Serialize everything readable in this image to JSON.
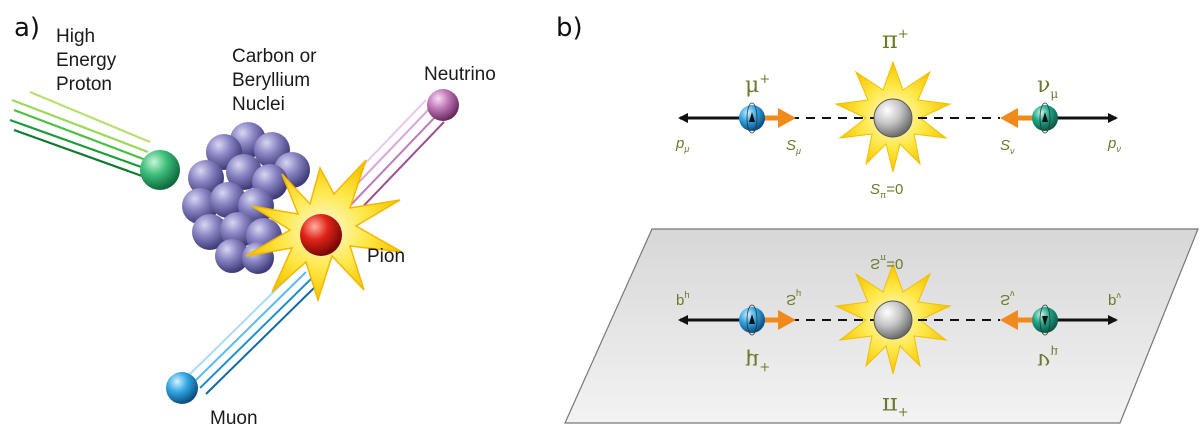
{
  "panel_a": {
    "label": "a)",
    "proton": [
      "High",
      "Energy",
      "Proton"
    ],
    "nuclei": [
      "Carbon or",
      "Beryllium",
      "Nuclei"
    ],
    "neutrino": "Neutrino",
    "pion": "Pion",
    "muon": "Muon"
  },
  "panel_b": {
    "label": "b)",
    "top": {
      "pi_sym": "π",
      "pi_sup": "+",
      "mu_sym": "μ",
      "mu_sup": "+",
      "nu_sym": "ν",
      "nu_sub": "μ",
      "p_mu": "p",
      "p_mu_sub": "μ",
      "s_mu": "S",
      "s_mu_sub": "μ",
      "s_nu": "S",
      "s_nu_sub": "ν",
      "p_nu": "p",
      "p_nu_sub": "ν",
      "s_pi": "S",
      "s_pi_sub": "π",
      "s_pi_val": "=0"
    },
    "mirror": {
      "pi_sym": "π",
      "pi_sup": "+",
      "mu_sym": "μ",
      "mu_sup": "+",
      "nu_sym": "ν",
      "nu_sub": "μ",
      "p_mu": "p",
      "p_mu_sub": "μ",
      "s_mu": "S",
      "s_mu_sub": "μ",
      "s_nu": "S",
      "s_nu_sub": "ν",
      "p_nu": "p",
      "p_nu_sub": "ν",
      "s_pi": "S",
      "s_pi_sub": "π",
      "s_pi_val": "=0"
    }
  },
  "colors": {
    "momentum_arrow": "#111111",
    "spin_arrow": "#f08a1c",
    "pion_core": "#c8c8c8",
    "muon_ball": "#2aa0e0",
    "neutrino_ball": "#1aa58a",
    "proton_ball": "#2fae6a",
    "nuclei": "#7f7bb8",
    "red_pion": "#d81c1c",
    "star": "#ffe020",
    "mirror_plane": "#e6e6e6",
    "label_olive": "#6b7a2a"
  }
}
